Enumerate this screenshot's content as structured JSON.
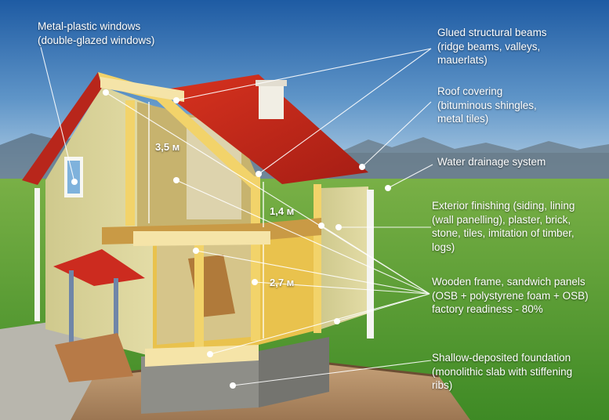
{
  "callouts": [
    {
      "id": "windows",
      "text": "Metal-plastic windows\n(double-glazed windows)"
    },
    {
      "id": "beams",
      "text": "Glued structural beams\n(ridge beams, valleys,\nmauerlats)"
    },
    {
      "id": "roof",
      "text": "Roof covering\n(bituminous shingles,\nmetal tiles)"
    },
    {
      "id": "drainage",
      "text": "Water drainage system"
    },
    {
      "id": "finishing",
      "text": "Exterior finishing (siding, lining\n(wall panelling), plaster, brick,\nstone, tiles, imitation of timber,\nlogs)"
    },
    {
      "id": "frame",
      "text": "Wooden frame, sandwich panels\n(OSB + polystyrene foam + OSB)\nfactory readiness - 80%"
    },
    {
      "id": "foundation",
      "text": "Shallow-deposited foundation\n(monolithic slab with stiffening\nribs)"
    }
  ],
  "dimensions": {
    "attic_height": "3,5 м",
    "knee_wall_height": "1,4 м",
    "floor_height": "2,7 м"
  },
  "colors": {
    "sky_top": "#1f5fa8",
    "sky_bottom": "#a9c8e3",
    "grass": "#4f9a2e",
    "roof": "#c8261d",
    "frame_wood": "#e9c24d",
    "wall_panel": "#d9d29a",
    "foundation": "#8e8e88",
    "callout_text": "#ffffff"
  }
}
